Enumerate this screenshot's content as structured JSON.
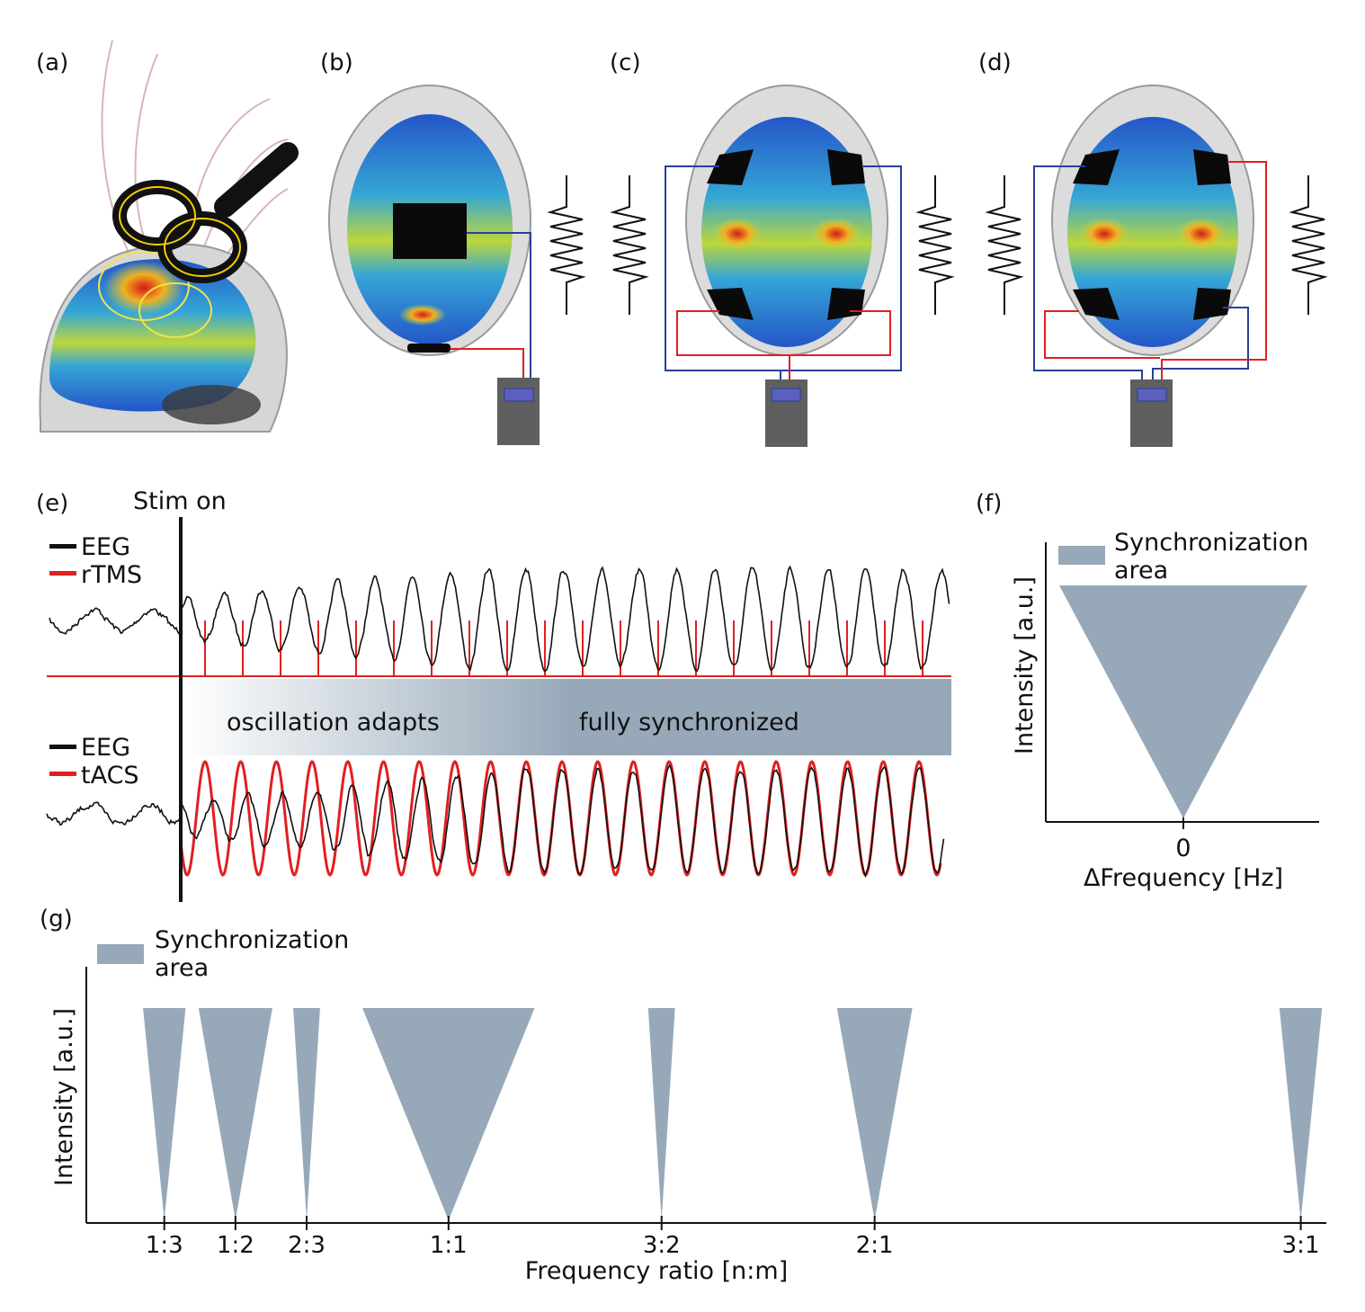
{
  "panels": {
    "a": "(a)",
    "b": "(b)",
    "c": "(c)",
    "d": "(d)",
    "e": "(e)",
    "f": "(f)",
    "g": "(g)"
  },
  "colors": {
    "sync_fill": "#97a9b9",
    "stim_red": "#e02020",
    "wire_blue": "#2a3f9a",
    "device_body": "#5f5f5f",
    "device_screen": "#5b5fbf",
    "eeg_black": "#111111"
  },
  "panel_e": {
    "stim_on": "Stim on",
    "legend_top": [
      {
        "label": "EEG",
        "color": "#111111"
      },
      {
        "label": "rTMS",
        "color": "#e02020"
      }
    ],
    "legend_bottom": [
      {
        "label": "EEG",
        "color": "#111111"
      },
      {
        "label": "tACS",
        "color": "#e02020"
      }
    ],
    "band_left": "oscillation adapts",
    "band_right": "fully synchronized"
  },
  "panel_f": {
    "legend": [
      "Synchronization",
      "area"
    ],
    "ylabel": "Intensity [a.u.]",
    "xlabel": "ΔFrequency [Hz]",
    "xtick": "0"
  },
  "chart_data": {
    "type": "area",
    "title": "",
    "xlabel": "Frequency ratio [n:m]",
    "ylabel": "Intensity [a.u.]",
    "legend": [
      "Synchronization",
      "area"
    ],
    "categories": [
      "1:3",
      "1:2",
      "2:3",
      "1:1",
      "3:2",
      "2:1",
      "3:1"
    ],
    "x": [
      0.333,
      0.5,
      0.667,
      1.0,
      1.5,
      2.0,
      3.0
    ],
    "xlim": [
      0.15,
      3.06
    ],
    "ylim": [
      0,
      1
    ],
    "width_at_max_intensity": [
      0.1,
      0.173,
      0.063,
      0.404,
      0.063,
      0.177,
      0.1
    ]
  }
}
